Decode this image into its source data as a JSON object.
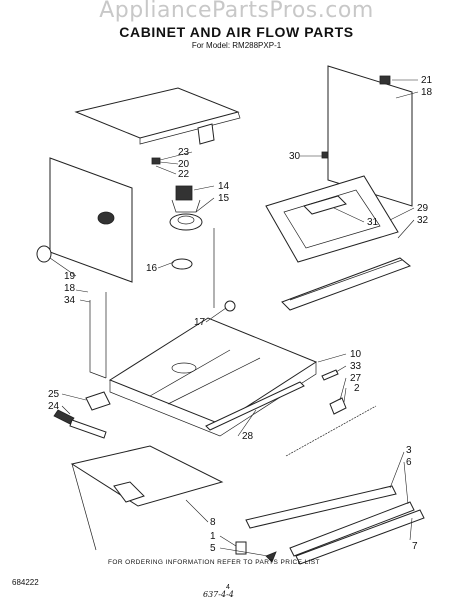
{
  "watermark": "AppliancePartsPros.com",
  "title": "CABINET AND AIR FLOW PARTS",
  "model_line": "For Model: RM288PXP-1",
  "callouts": [
    "21",
    "18",
    "30",
    "29",
    "32",
    "31",
    "14",
    "15",
    "16",
    "17",
    "23",
    "20",
    "22",
    "19",
    "18",
    "34",
    "10",
    "33",
    "27",
    "2",
    "25",
    "24",
    "28",
    "3",
    "6",
    "8",
    "1",
    "5",
    "7"
  ],
  "footer_note": "FOR ORDERING INFORMATION REFER TO PARTS PRICE LIST",
  "figure_code": "684222",
  "page_number": "4",
  "handwritten_note": "637-4-4"
}
